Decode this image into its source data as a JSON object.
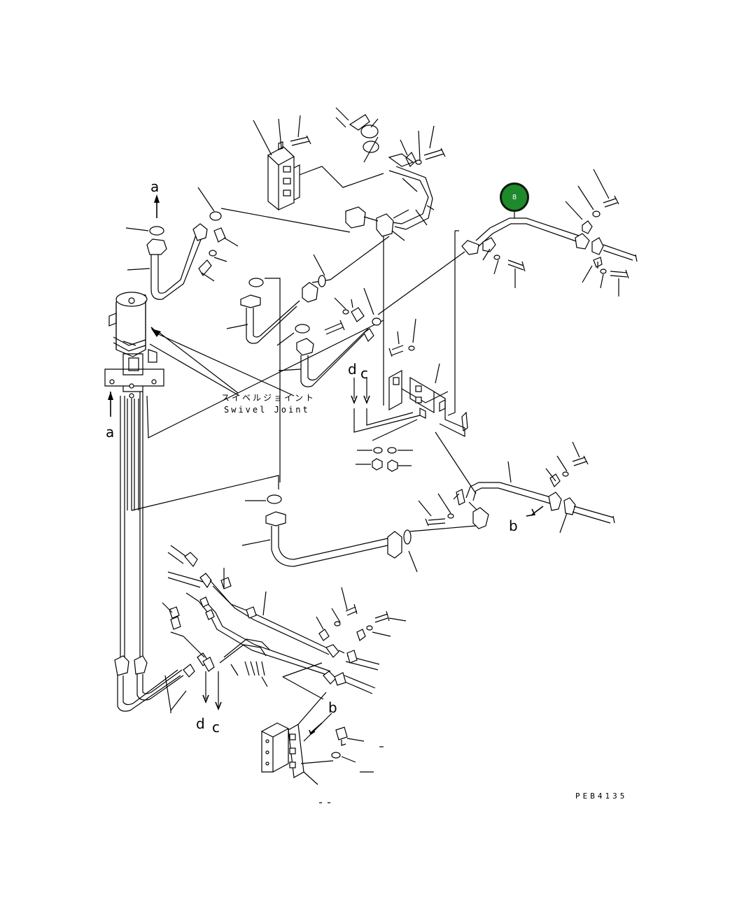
{
  "callout": {
    "number": "8",
    "color": "#1e8a2c"
  },
  "labels": {
    "a_top": "a",
    "a_left": "a",
    "d_mid": "d",
    "c_mid": "c",
    "b_right": "b",
    "d_bottom": "d",
    "c_bottom": "c",
    "b_bottom": "b"
  },
  "swivel_joint": {
    "japanese": "スイベルジョイント",
    "english": "Swivel Joint"
  },
  "drawing_code": "PEB4135"
}
